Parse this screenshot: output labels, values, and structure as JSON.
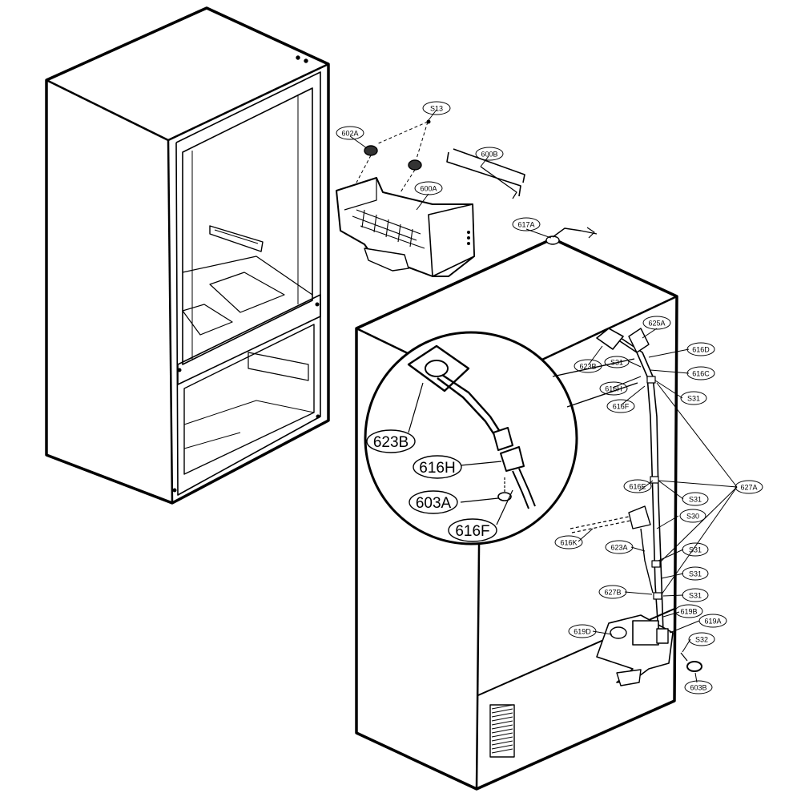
{
  "diagram": {
    "callouts_small": [
      {
        "id": "S13"
      },
      {
        "id": "602A"
      },
      {
        "id": "600B"
      },
      {
        "id": "600A"
      },
      {
        "id": "617A"
      },
      {
        "id": "625A"
      },
      {
        "id": "616D"
      },
      {
        "id": "623B"
      },
      {
        "id": "S31"
      },
      {
        "id": "616C"
      },
      {
        "id": "616H"
      },
      {
        "id": "S31"
      },
      {
        "id": "616F"
      },
      {
        "id": "616E"
      },
      {
        "id": "S31"
      },
      {
        "id": "627A"
      },
      {
        "id": "S30"
      },
      {
        "id": "616K"
      },
      {
        "id": "623A"
      },
      {
        "id": "S31"
      },
      {
        "id": "S31"
      },
      {
        "id": "627B"
      },
      {
        "id": "S31"
      },
      {
        "id": "619B"
      },
      {
        "id": "619A"
      },
      {
        "id": "619D"
      },
      {
        "id": "S32"
      },
      {
        "id": "603B"
      }
    ],
    "callouts_detail": [
      {
        "id": "623B"
      },
      {
        "id": "616H"
      },
      {
        "id": "603A"
      },
      {
        "id": "616F"
      }
    ]
  }
}
